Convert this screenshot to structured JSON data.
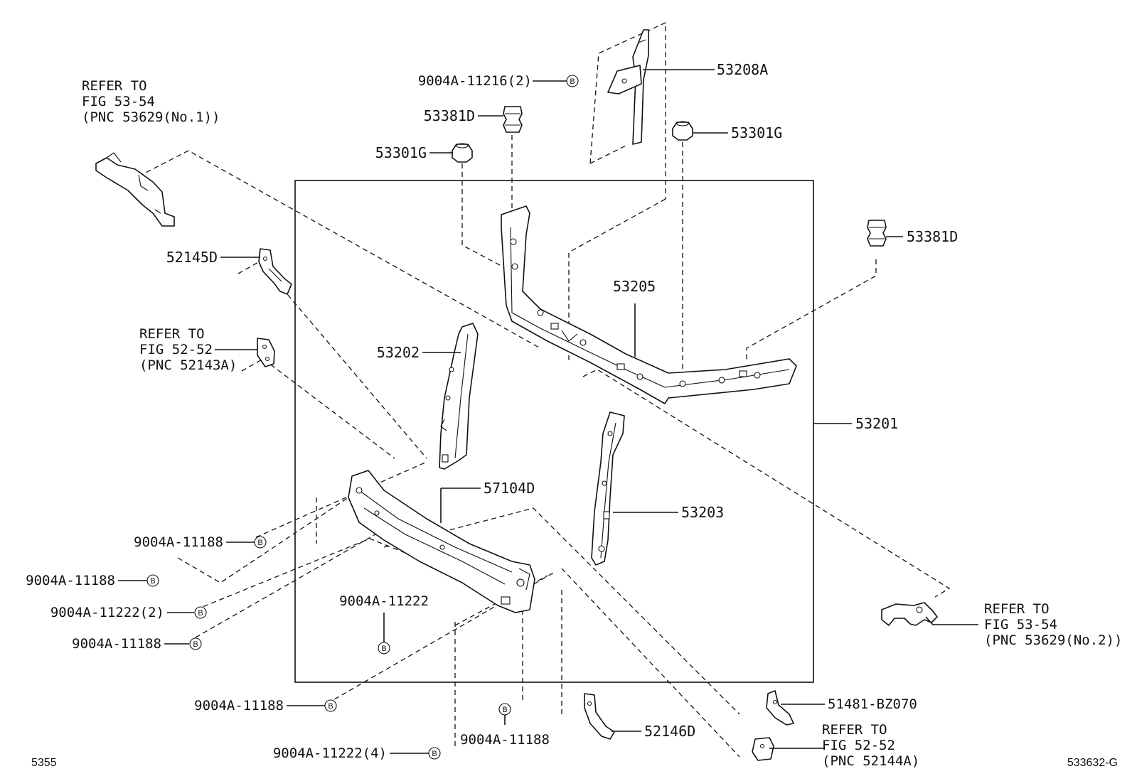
{
  "labels": {
    "p53208a": "53208A",
    "b11216": "9004A-11216(2)",
    "p53381d_top": "53381D",
    "p53301g_left": "53301G",
    "p53301g_right": "53301G",
    "p53381d_right": "53381D",
    "p52145d": "52145D",
    "p53205": "53205",
    "p53202": "53202",
    "p53201": "53201",
    "p57104d": "57104D",
    "p53203": "53203",
    "b11188_a": "9004A-11188",
    "b11188_b": "9004A-11188",
    "b11222_2": "9004A-11222(2)",
    "b11188_c": "9004A-11188",
    "b11222_mid": "9004A-11222",
    "b11188_d": "9004A-11188",
    "b11188_e": "9004A-11188",
    "b11222_4": "9004A-11222(4)",
    "p52146d": "52146D",
    "p51481": "51481-BZ070"
  },
  "refs": {
    "top_left": [
      "REFER TO",
      "FIG 53-54",
      "(PNC 53629(No.1))"
    ],
    "mid_left": [
      "REFER TO",
      "FIG 52-52",
      "(PNC 52143A)"
    ],
    "right": [
      "REFER TO",
      "FIG 53-54",
      "(PNC 53629(No.2))"
    ],
    "bottom": [
      "REFER TO",
      "FIG 52-52",
      "(PNC 52144A)"
    ]
  },
  "bolt_symbol": "B",
  "corner": {
    "left": "5355",
    "right": "533632-G"
  }
}
